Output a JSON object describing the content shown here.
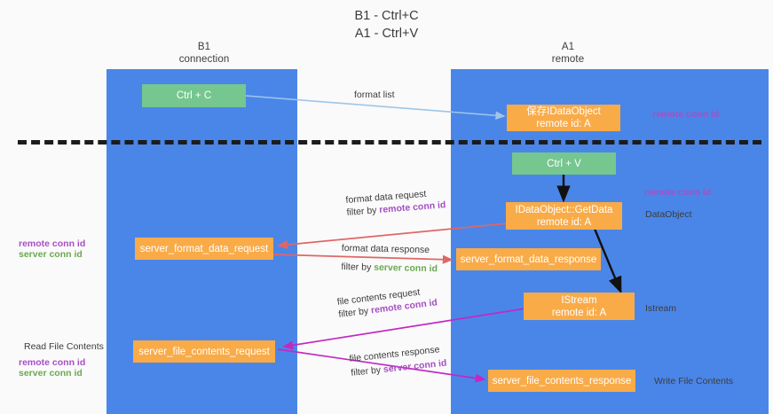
{
  "title": {
    "line1": "B1 - Ctrl+C",
    "line2": "A1 - Ctrl+V"
  },
  "columns": [
    {
      "id": "b1",
      "name": "B1",
      "role": "connection"
    },
    {
      "id": "a1",
      "name": "A1",
      "role": "remote"
    }
  ],
  "nodes": {
    "ctrl_c": {
      "label": "Ctrl + C",
      "sub": ""
    },
    "idataobject_saved": {
      "label": "保存IDataObject",
      "sub": "remote id: A"
    },
    "ctrl_v": {
      "label": "Ctrl + V",
      "sub": ""
    },
    "idataobject_getdata": {
      "label": "IDataObject::GetData",
      "sub": "remote id: A"
    },
    "server_format_data_request": {
      "label": "server_format_data_request",
      "sub": ""
    },
    "server_format_data_response": {
      "label": "server_format_data_response",
      "sub": ""
    },
    "istream": {
      "label": "IStream",
      "sub": "remote id: A"
    },
    "server_file_contents_request": {
      "label": "server_file_contents_request",
      "sub": ""
    },
    "server_file_contents_response": {
      "label": "server_file_contents_response",
      "sub": ""
    }
  },
  "edge_labels": {
    "format_list": "format list",
    "format_data_request": "format data request",
    "format_data_request_filter_prefix": "filter by ",
    "format_data_request_filter_key": "remote conn id",
    "format_data_response": "format data response",
    "format_data_response_filter_prefix": "filter by ",
    "format_data_response_filter_key": "server conn id",
    "file_contents_request": "file contents request",
    "file_contents_request_filter_prefix": "filter by ",
    "file_contents_request_filter_key": "remote conn id",
    "file_contents_response": "file contents response",
    "file_contents_response_filter_prefix": "filter by ",
    "file_contents_response_filter_key": "server conn id"
  },
  "annotations": {
    "right_remote_conn_id_top": "remote conn id",
    "right_remote_conn_id_mid": "remote conn id",
    "right_dataobject": "DataObject",
    "right_istream": "Istream",
    "right_write_file_contents": "Write File Contents",
    "left_remote_conn_id_mid": "remote conn id",
    "left_server_conn_id_mid": "server conn id",
    "left_read_file_contents": "Read File Contents",
    "left_remote_conn_id_bottom": "remote conn id",
    "left_server_conn_id_bottom": "server conn id"
  },
  "colors": {
    "column_band": "#4a86e8",
    "node_green": "#76c68f",
    "node_orange": "#f9ab48",
    "accent_purple": "#a64fc4",
    "accent_green": "#6aa84f",
    "arrow_blue": "#9fc5e8",
    "arrow_red": "#e06666",
    "arrow_magenta": "#c229c2",
    "arrow_black": "#000000",
    "background": "#fafafa",
    "text_dark": "#3c3c3c"
  }
}
